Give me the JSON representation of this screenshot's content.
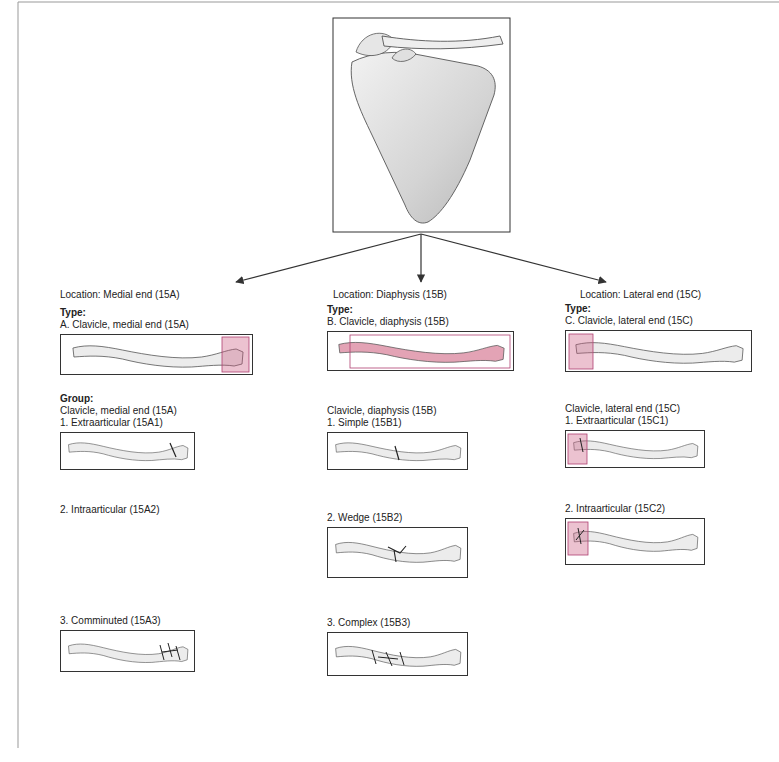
{
  "diagram": {
    "nodes": [
      {
        "text": [
          "Type:",
          "A. Clavicle, medial end (15A)"
        ]
      },
      {
        "text": [
          "Type:",
          "B. Clavicle, diaphysis (15B)"
        ]
      },
      {
        "text": [
          "Type:",
          "C. Clavicle, lateral end (15C)"
        ]
      },
      {
        "text": [
          "Group:",
          "Clavicle, medial end (15A)",
          "1. Extraarticular (15A1)"
        ]
      },
      {
        "text": [
          "Clavicle, diaphysis (15B)",
          "1. Simple (15B1)"
        ]
      },
      {
        "text": [
          "Clavicle, lateral end (15C)",
          "1. Extraarticular (15C1)"
        ]
      },
      {
        "text": [
          "2. Wedge (15B2)"
        ]
      },
      {
        "text": [
          "2. Intraarticular (15C2)"
        ]
      },
      {
        "text": [
          "3. Comminuted (15A3)"
        ]
      },
      {
        "text": [
          "3. Complex (15B3)"
        ]
      }
    ],
    "labels": [
      "Location: Medial end (15A)",
      "Location: Diaphysis (15B)",
      "Location: Lateral end (15C)",
      "2. Intraarticular (15A2)"
    ]
  }
}
